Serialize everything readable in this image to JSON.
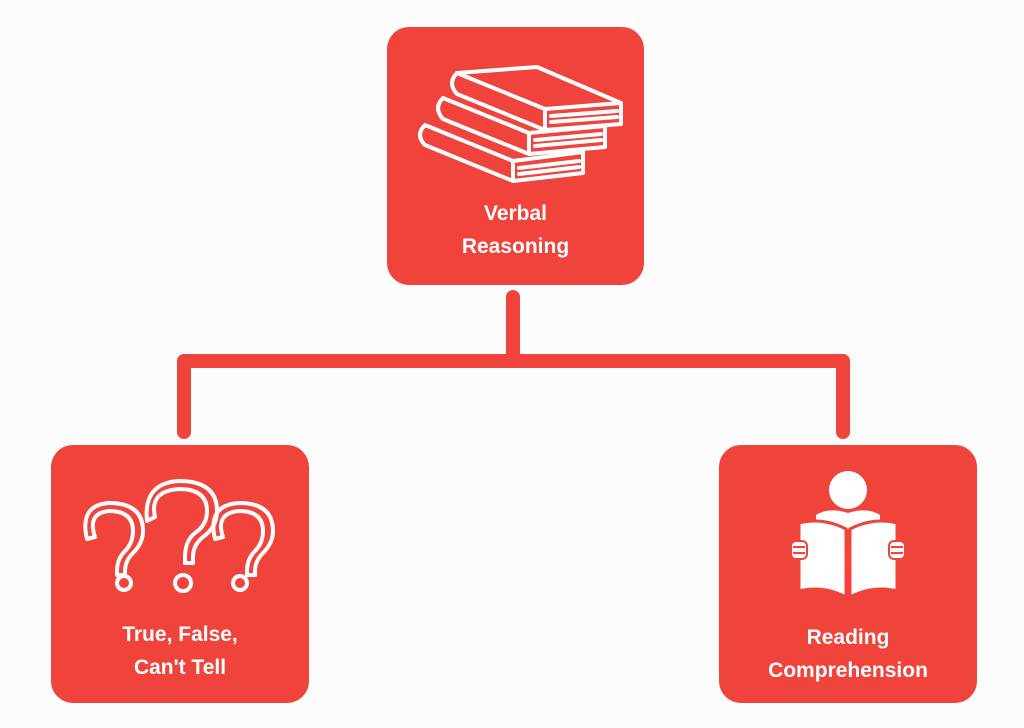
{
  "colors": {
    "background": "#fcfcfc",
    "node_fill": "#ef433b",
    "connector": "#ef433b",
    "text": "#ffffff"
  },
  "diagram": {
    "root": {
      "label_line_1": "Verbal",
      "label_line_2": "Reasoning",
      "icon": "book-stack-icon"
    },
    "children": [
      {
        "label_line_1": "True, False,",
        "label_line_2": "Can't Tell",
        "icon": "question-marks-icon"
      },
      {
        "label_line_1": "Reading",
        "label_line_2": "Comprehension",
        "icon": "person-reading-icon"
      }
    ]
  }
}
